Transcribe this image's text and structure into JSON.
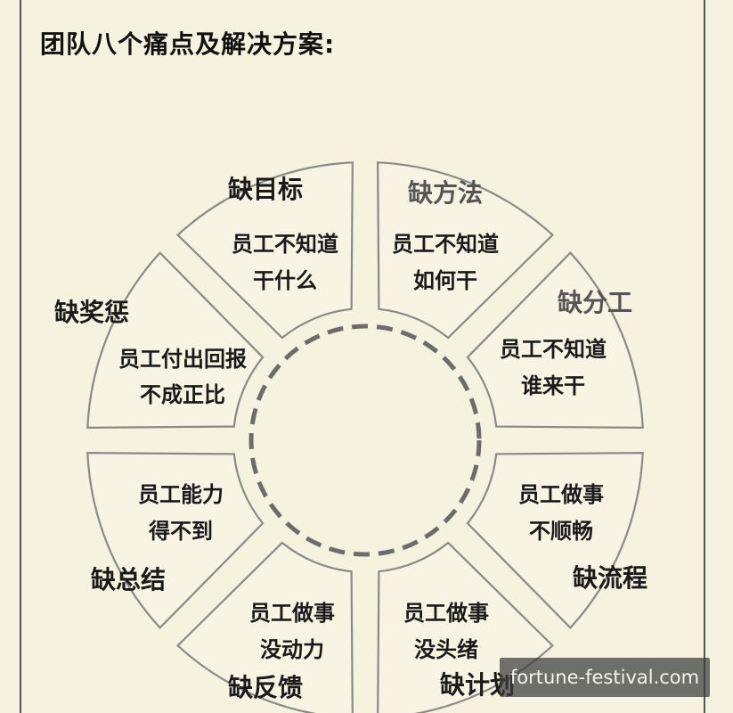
{
  "title": "团队八个痛点及解决方案:",
  "segments": [
    {
      "heading": "缺目标",
      "lines": [
        "员工不知道",
        "干什么"
      ]
    },
    {
      "heading": "缺方法",
      "lines": [
        "员工不知道",
        "如何干"
      ]
    },
    {
      "heading": "缺分工",
      "lines": [
        "员工不知道",
        "谁来干"
      ]
    },
    {
      "heading": "缺流程",
      "lines": [
        "员工做事",
        "不顺畅"
      ]
    },
    {
      "heading": "缺计划",
      "lines": [
        "员工做事",
        "没头绪"
      ]
    },
    {
      "heading": "缺反馈",
      "lines": [
        "员工做事",
        "没动力"
      ]
    },
    {
      "heading": "缺总结",
      "lines": [
        "员工能力",
        "得不到"
      ]
    },
    {
      "heading": "缺奖惩",
      "lines": [
        "员工付出回报",
        "不成正比"
      ]
    }
  ],
  "watermark": "fortune-festival.com"
}
